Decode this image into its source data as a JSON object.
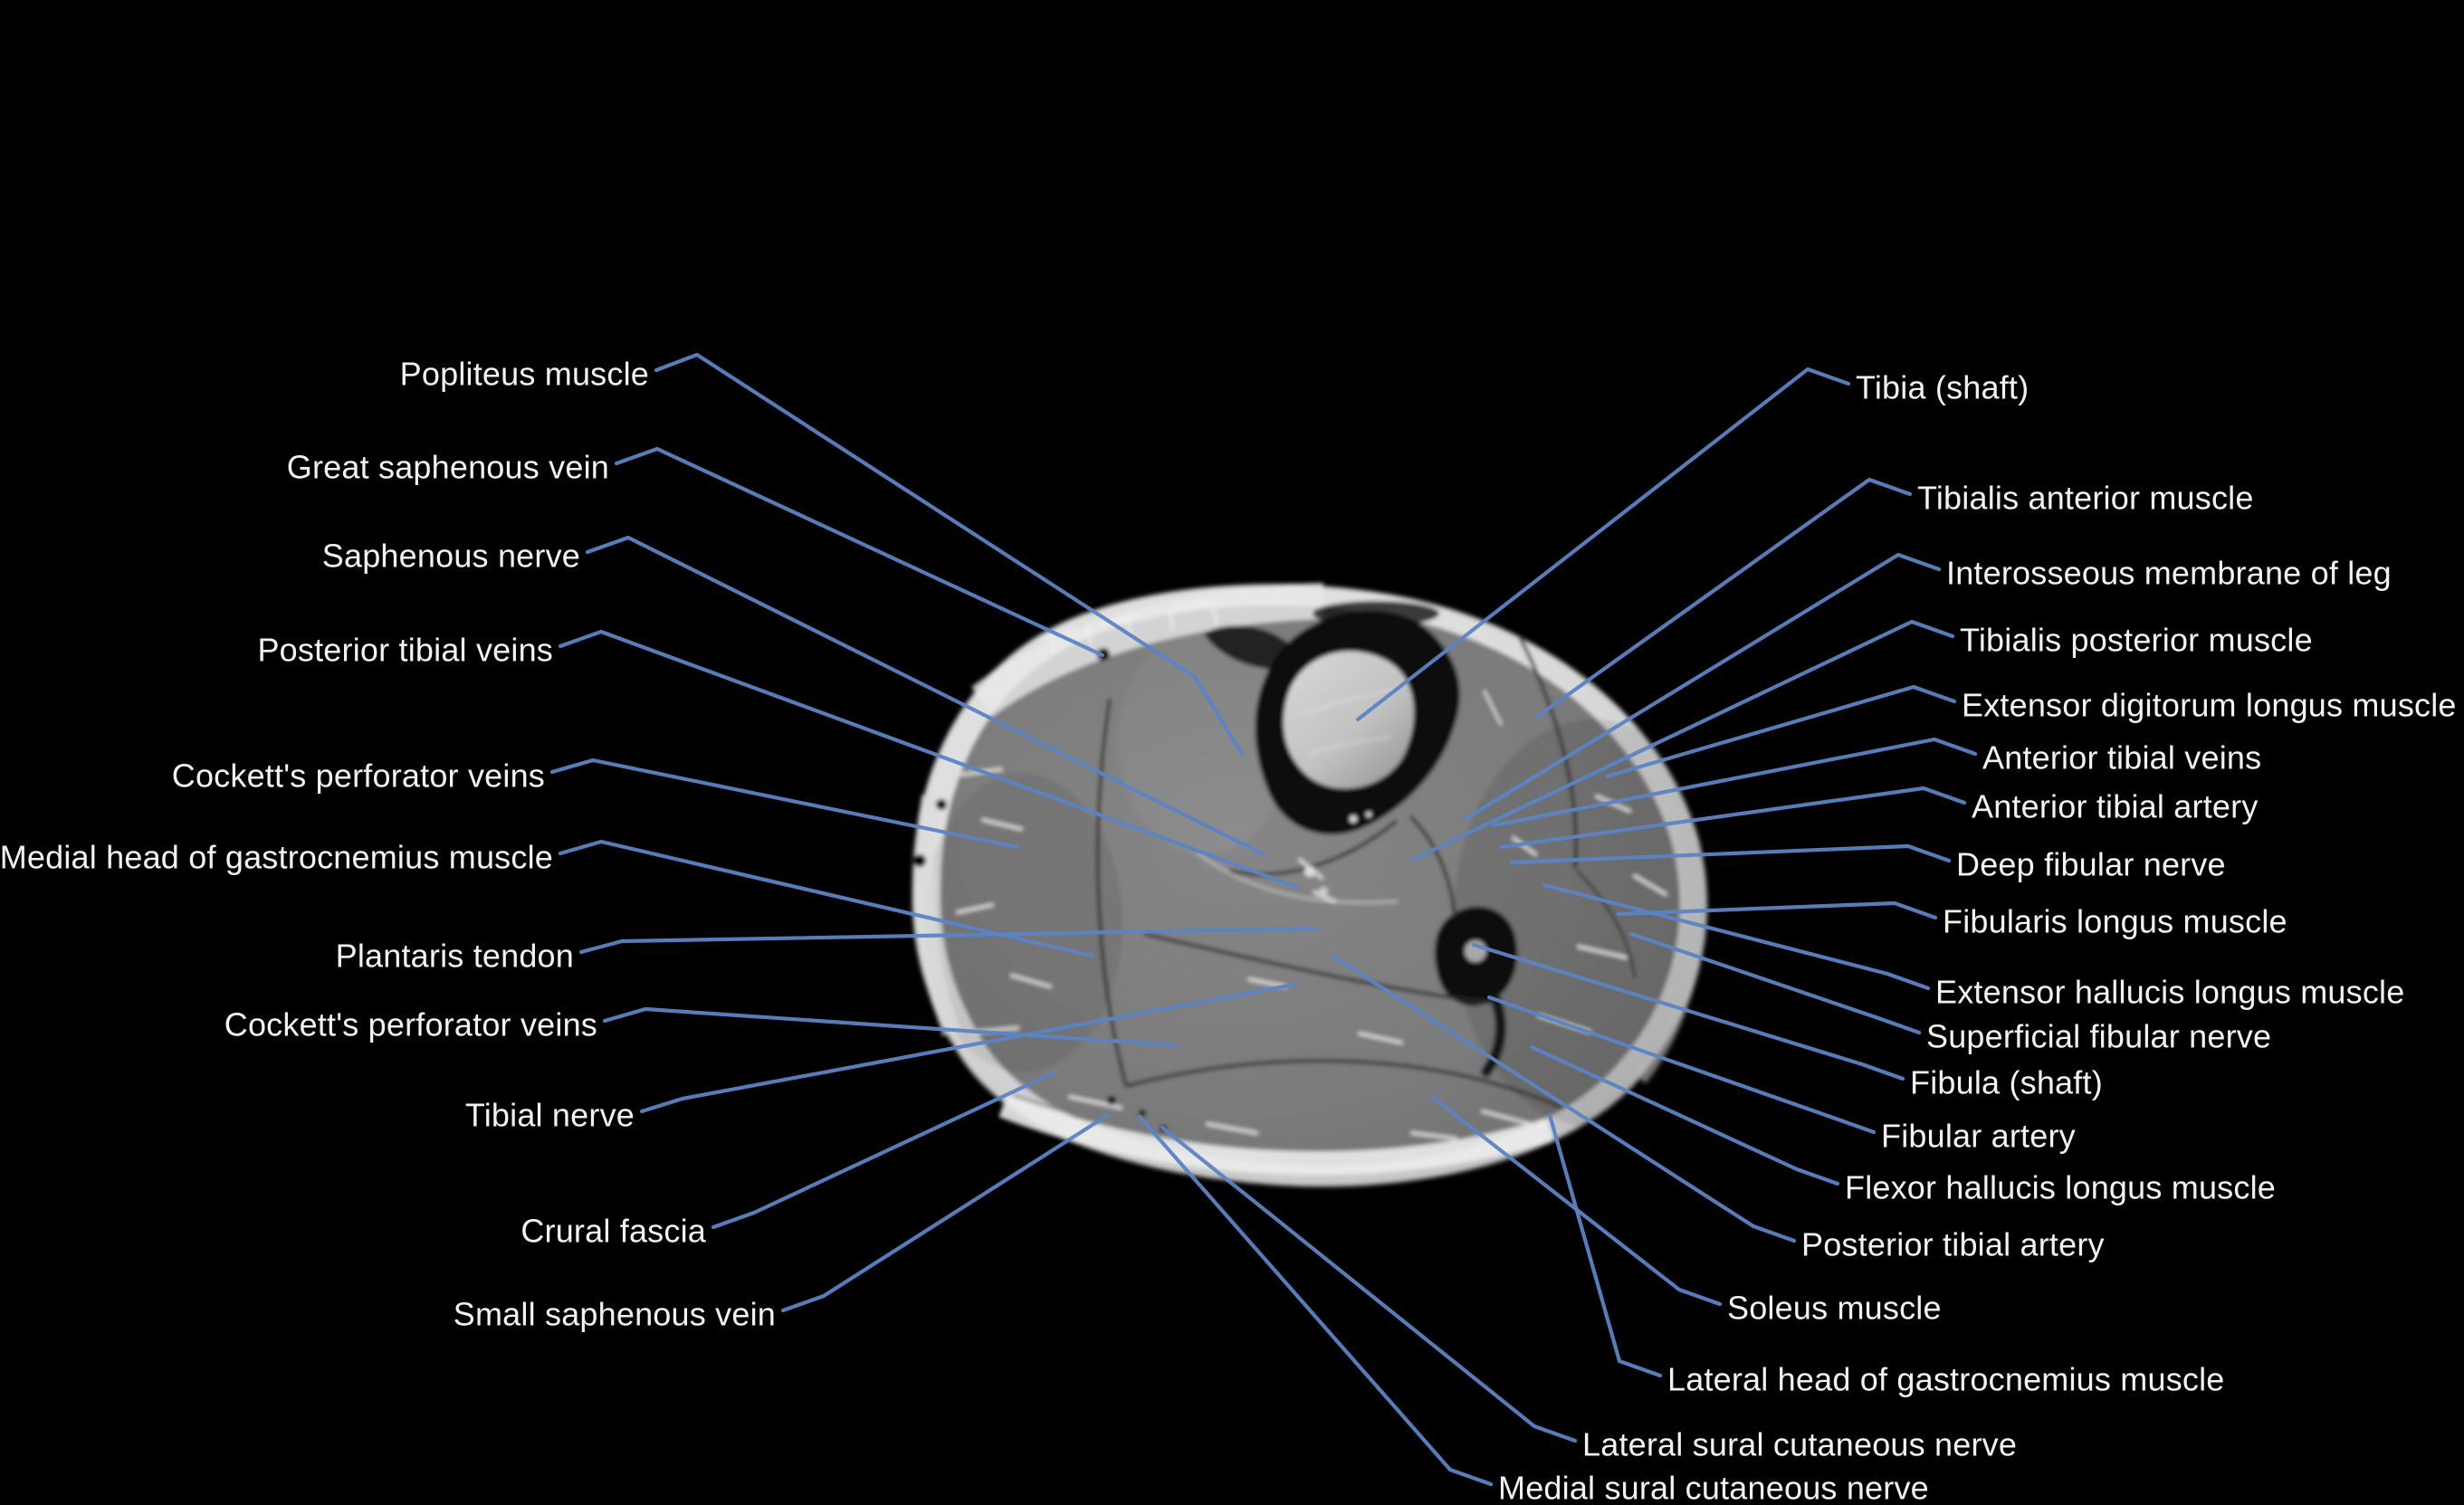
{
  "figure": {
    "description": "Axial MRI cross-section of the lower leg with labeled anatomy",
    "background_color": "#000000",
    "leader_line_color": "#5b84c4",
    "label_text_color": "#f2f2f2",
    "mri_palette": {
      "subcutaneous_fat": "#e0e0e0",
      "muscle": "#7a7a7a",
      "cortical_bone": "#0d0d0d",
      "bone_marrow": "#c9c9c9"
    }
  },
  "labels": {
    "left": [
      "Popliteus muscle",
      "Great saphenous vein",
      "Saphenous nerve",
      "Posterior tibial veins",
      "Cockett's perforator veins",
      "Medial head of gastrocnemius muscle",
      "Plantaris tendon",
      "Cockett's perforator veins",
      "Tibial nerve",
      "Crural fascia",
      "Small saphenous vein"
    ],
    "right": [
      "Tibia (shaft)",
      "Tibialis anterior muscle",
      "Interosseous membrane of leg",
      "Tibialis posterior muscle",
      "Extensor digitorum longus muscle",
      "Anterior tibial veins",
      "Anterior tibial artery",
      "Deep fibular nerve",
      "Fibularis longus muscle",
      "Extensor hallucis longus muscle",
      "Superficial fibular nerve",
      "Fibula (shaft)",
      "Fibular artery",
      "Flexor hallucis longus muscle",
      "Posterior tibial artery",
      "Soleus muscle",
      "Lateral head of gastrocnemius muscle",
      "Lateral sural cutaneous nerve",
      "Medial sural cutaneous nerve"
    ]
  }
}
